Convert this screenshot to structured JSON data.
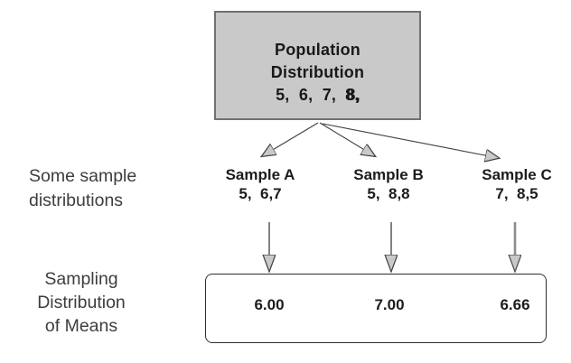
{
  "diagram": {
    "population": {
      "title_line1": "Population",
      "title_line2": "Distribution",
      "values_prefix": "5,  6,  7,  ",
      "values_last": "8,"
    },
    "captions": {
      "samples_line1": "Some sample",
      "samples_line2": "distributions",
      "means_line1": "Sampling",
      "means_line2": "Distribution",
      "means_line3": "of Means"
    },
    "samples": [
      {
        "name": "Sample A",
        "values": "5,  6,7",
        "mean": "6.00"
      },
      {
        "name": "Sample B",
        "values": "5,  8,8",
        "mean": "7.00"
      },
      {
        "name": "Sample C",
        "values": "7,  8,5",
        "mean": "6.66"
      }
    ],
    "colors": {
      "population_box_fill": "#c9c9c9",
      "population_box_border": "#717171",
      "arrowhead_fill": "#c9c9c9",
      "arrow_line": "#3f3f3f",
      "arrow_line_gray": "#8d8d8d",
      "means_box_border": "#2e2e2e",
      "text_dark": "#1c1c1c",
      "caption_color": "#3d3d3d"
    }
  }
}
